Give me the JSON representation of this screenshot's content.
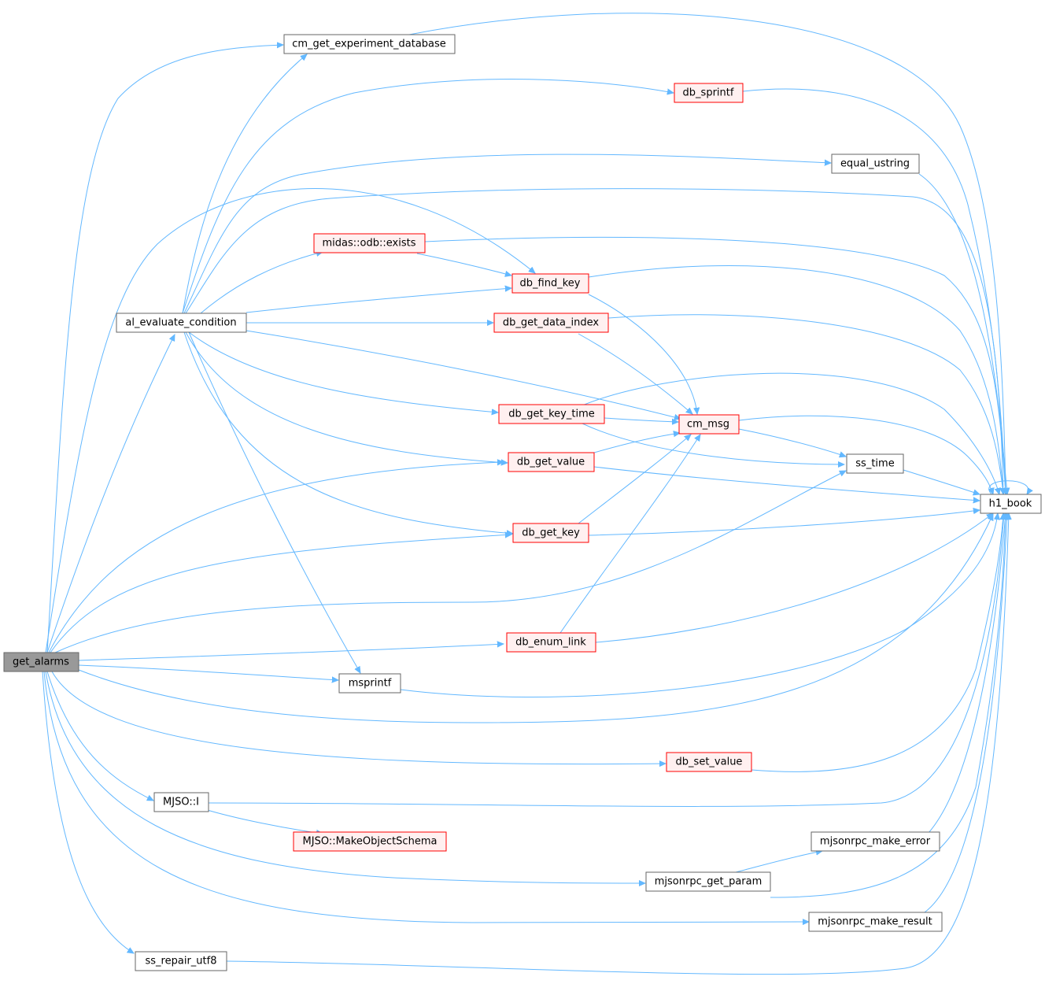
{
  "graph": {
    "nodes": {
      "get_alarms": "get_alarms",
      "cm_get_experiment_database": "cm_get_experiment_database",
      "db_sprintf": "db_sprintf",
      "equal_ustring": "equal_ustring",
      "midas_odb_exists": "midas::odb::exists",
      "db_find_key": "db_find_key",
      "al_evaluate_condition": "al_evaluate_condition",
      "db_get_data_index": "db_get_data_index",
      "db_get_key_time": "db_get_key_time",
      "cm_msg": "cm_msg",
      "ss_time": "ss_time",
      "db_get_value": "db_get_value",
      "h1_book": "h1_book",
      "db_get_key": "db_get_key",
      "db_enum_link": "db_enum_link",
      "msprintf": "msprintf",
      "db_set_value": "db_set_value",
      "mjso_i": "MJSO::I",
      "mjso_make_object_schema": "MJSO::MakeObjectSchema",
      "mjsonrpc_make_error": "mjsonrpc_make_error",
      "mjsonrpc_get_param": "mjsonrpc_get_param",
      "mjsonrpc_make_result": "mjsonrpc_make_result",
      "ss_repair_utf8": "ss_repair_utf8"
    },
    "colors": {
      "edge": "#63b8ff",
      "highlight_fill": "#999999",
      "red_border": "#ff0000",
      "red_fill": "#fff0f0",
      "plain_border": "#666666"
    }
  }
}
